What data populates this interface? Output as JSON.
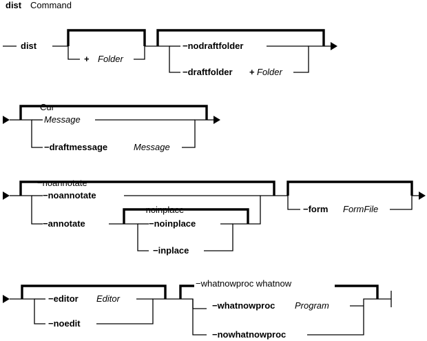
{
  "title": {
    "cmd": "dist",
    "rest": "Command"
  },
  "row1": {
    "cmd": "dist",
    "plus": "+",
    "folder": "Folder",
    "nodraftfolder": "−nodraftfolder",
    "draftfolder": "−draftfolder",
    "plus2": "+",
    "folder2": "Folder"
  },
  "row2": {
    "cur": "Cur",
    "message": "Message",
    "draftmessage": "−draftmessage",
    "message2": "Message"
  },
  "row3": {
    "noannotate_default": "−noannotate",
    "noannotate": "−noannotate",
    "annotate": "−annotate",
    "noinplace_default": "−noinplace",
    "noinplace": "−noinplace",
    "inplace": "−inplace",
    "form": "−form",
    "formfile": "FormFile"
  },
  "row4": {
    "editor": "−editor",
    "editor_arg": "Editor",
    "noedit": "−noedit",
    "whatnowproc_default": "−whatnowproc whatnow",
    "whatnowproc": "−whatnowproc",
    "program": "Program",
    "nowhatnowproc": "−nowhatnowproc"
  }
}
